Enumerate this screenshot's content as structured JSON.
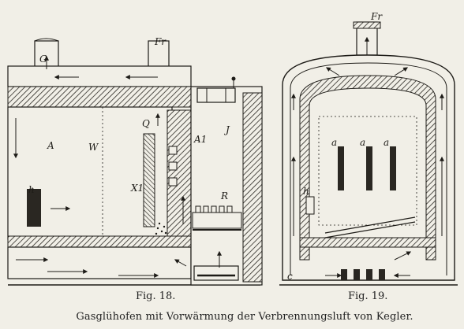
{
  "figures": [
    {
      "caption": "Fig. 18.",
      "labels": [
        "G",
        "Fr",
        "A",
        "W",
        "Q",
        "A1",
        "J",
        "X1",
        "R",
        "h"
      ]
    },
    {
      "caption": "Fig. 19.",
      "labels": [
        "Fr",
        "a",
        "a",
        "a",
        "h",
        "c"
      ]
    }
  ],
  "main_caption": "Gasglühofen mit Vorwärmung der Verbrennungsluft von Kegler.",
  "colors": {
    "paper": "#f1efe7",
    "ink": "#1d1b17",
    "faint": "#c9c5ba"
  }
}
